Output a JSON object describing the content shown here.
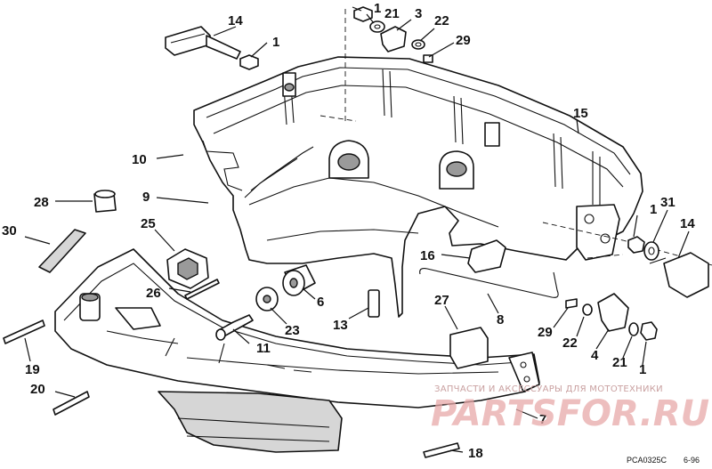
{
  "callouts": [
    {
      "id": "c14a",
      "label": "14"
    },
    {
      "id": "c1a",
      "label": "1"
    },
    {
      "id": "c1b",
      "label": "1"
    },
    {
      "id": "c21a",
      "label": "21"
    },
    {
      "id": "c3",
      "label": "3"
    },
    {
      "id": "c22a",
      "label": "22"
    },
    {
      "id": "c29a",
      "label": "29"
    },
    {
      "id": "c15",
      "label": "15"
    },
    {
      "id": "c10",
      "label": "10"
    },
    {
      "id": "c9",
      "label": "9"
    },
    {
      "id": "c28",
      "label": "28"
    },
    {
      "id": "c30",
      "label": "30"
    },
    {
      "id": "c25",
      "label": "25"
    },
    {
      "id": "c26",
      "label": "26"
    },
    {
      "id": "c6",
      "label": "6"
    },
    {
      "id": "c23",
      "label": "23"
    },
    {
      "id": "c13",
      "label": "13"
    },
    {
      "id": "c16",
      "label": "16"
    },
    {
      "id": "c27",
      "label": "27"
    },
    {
      "id": "c8",
      "label": "8"
    },
    {
      "id": "c11",
      "label": "11"
    },
    {
      "id": "c19",
      "label": "19"
    },
    {
      "id": "c20",
      "label": "20"
    },
    {
      "id": "c1c",
      "label": "1"
    },
    {
      "id": "c31",
      "label": "31"
    },
    {
      "id": "c14b",
      "label": "14"
    },
    {
      "id": "c29b",
      "label": "29"
    },
    {
      "id": "c22b",
      "label": "22"
    },
    {
      "id": "c4",
      "label": "4"
    },
    {
      "id": "c21b",
      "label": "21"
    },
    {
      "id": "c1d",
      "label": "1"
    },
    {
      "id": "c7",
      "label": "7"
    },
    {
      "id": "c18",
      "label": "18"
    }
  ],
  "drawing_code": "PCA0325C",
  "drawing_date": "6-96",
  "watermark": {
    "tagline": "ЗАПЧАСТИ И АКСЕССУАРЫ ДЛЯ МОТОТЕХНИКИ",
    "brand": "PARTSFOR.RU"
  }
}
